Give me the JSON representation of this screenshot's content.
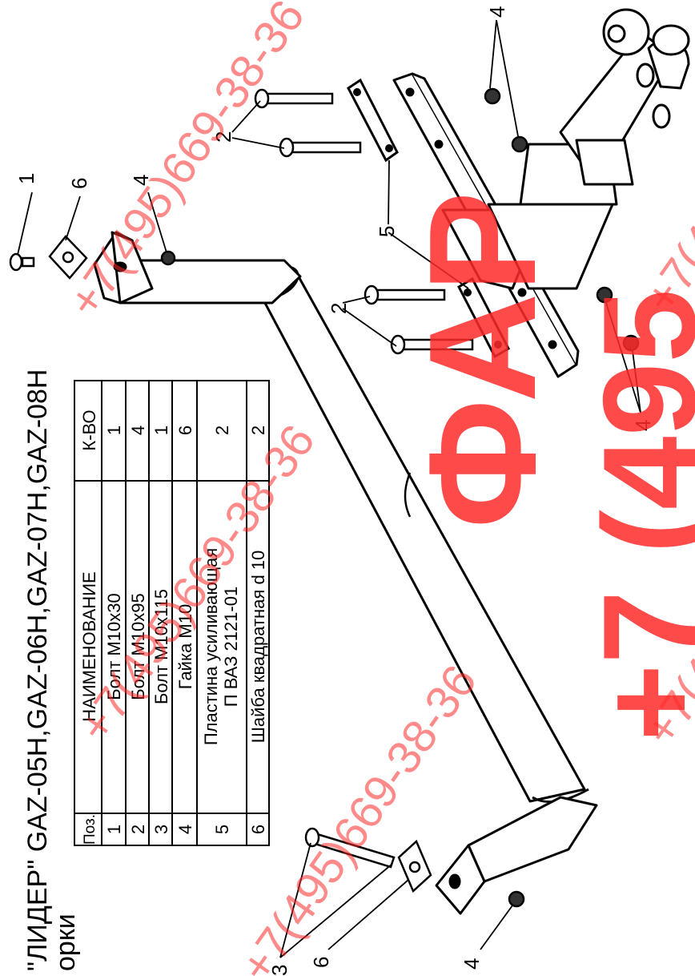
{
  "header": {
    "models_line": "\"ЛИДЕР\" GAZ-05H,GAZ-06H,GAZ-07H,GAZ-08H",
    "subtitle_fragment": "орки"
  },
  "parts_table": {
    "headers": [
      "Поз.",
      "НАИМЕНОВАНИЕ",
      "К-ВО"
    ],
    "rows": [
      {
        "pos": "1",
        "name": [
          "Болт М10х30"
        ],
        "qty": "1"
      },
      {
        "pos": "2",
        "name": [
          "Болт М10х95"
        ],
        "qty": "4"
      },
      {
        "pos": "3",
        "name": [
          "Болт М10х115"
        ],
        "qty": "1"
      },
      {
        "pos": "4",
        "name": [
          "Гайка М10"
        ],
        "qty": "6"
      },
      {
        "pos": "5",
        "name": [
          "Пластина усиливающая",
          "П ВАЗ 2121-01"
        ],
        "qty": "2"
      },
      {
        "pos": "6",
        "name": [
          "Шайба квадратная d 10"
        ],
        "qty": "2"
      }
    ]
  },
  "callouts": {
    "c1": "1",
    "c6_top": "6",
    "c4_top": "4",
    "c2_top": "2",
    "c4_nuts_top": "4",
    "c5": "5",
    "c2_mid": "2",
    "c4_right": "4",
    "c3": "3",
    "c6_bottom": "6",
    "c4_bottom": "4"
  },
  "watermark": {
    "brand": "ФАР",
    "phone_big": "+7 (495",
    "phone_small": "+7(495)669-38-36",
    "color": "#ff2a2a"
  }
}
